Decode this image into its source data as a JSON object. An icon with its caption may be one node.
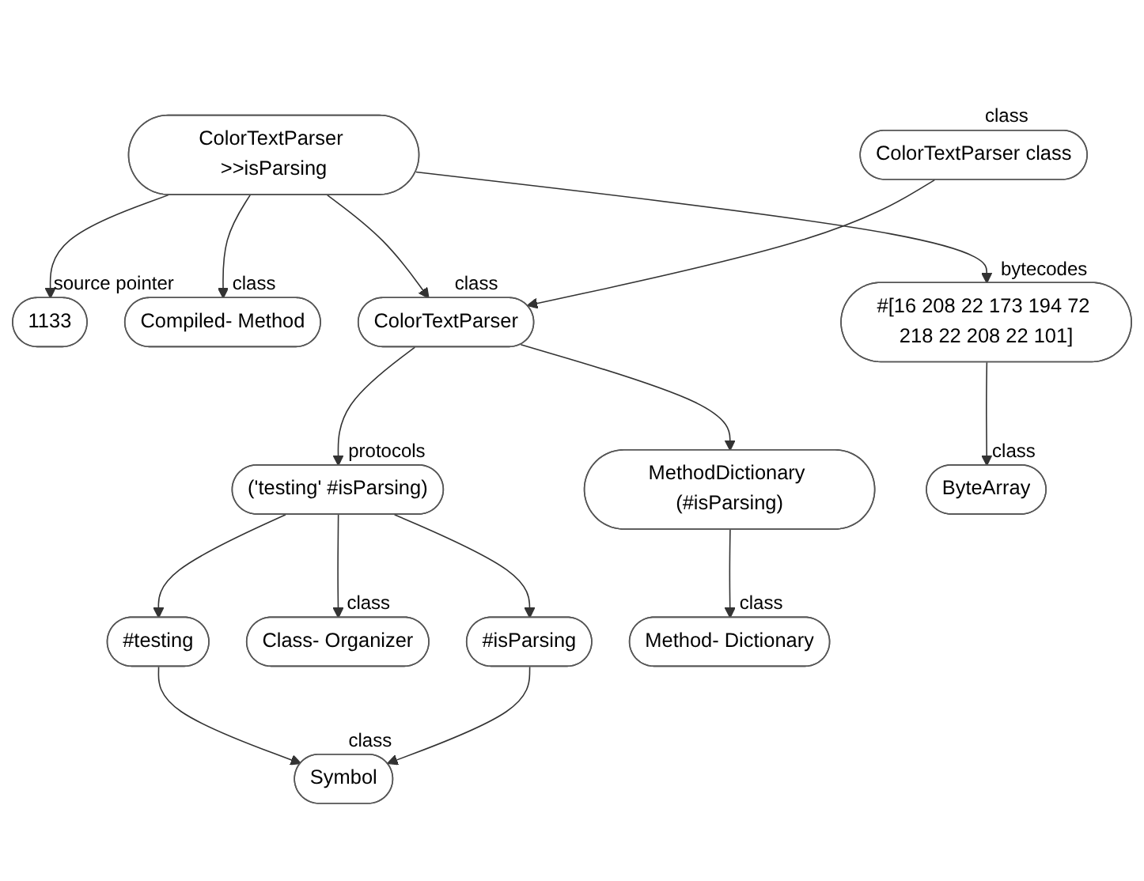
{
  "diagram": {
    "nodes": [
      {
        "text": [
          "1133"
        ],
        "beside": [
          "source pointer"
        ]
      },
      {
        "text": [
          "ColorTextParser >>isParsing"
        ]
      },
      {
        "text": [
          "Compiled- Method"
        ],
        "beside": [
          "class"
        ]
      },
      {
        "text": [
          "ColorTextParser"
        ],
        "beside": [
          "class"
        ]
      },
      {
        "text": [
          "#[16 208 22 173 194 72 218 22 208 22 101]"
        ],
        "beside": [
          "bytecodes"
        ]
      },
      {
        "text": [
          "ColorTextParser class"
        ],
        "beside": [
          "class"
        ]
      },
      {
        "text": [
          "('testing' #isParsing)"
        ],
        "beside": [
          "protocols"
        ]
      },
      {
        "text": [
          "MethodDictionary (#isParsing)"
        ]
      },
      {
        "text": [
          "ByteArray"
        ],
        "beside": [
          "class"
        ]
      },
      {
        "text": [
          "#testing"
        ]
      },
      {
        "text": [
          "Class- Organizer"
        ],
        "beside": [
          "class"
        ]
      },
      {
        "text": [
          "#isParsing"
        ]
      },
      {
        "text": [
          "Method- Dictionary"
        ],
        "beside": [
          "class"
        ]
      },
      {
        "text": [
          "Symbol"
        ],
        "beside": [
          "class"
        ]
      }
    ],
    "edges": [
      {
        "from": 1,
        "to": 0,
        "arrow": "to"
      },
      {
        "from": 1,
        "to": 2,
        "arrow": "to"
      },
      {
        "from": 1,
        "to": 3,
        "arrow": "to"
      },
      {
        "from": 1,
        "to": 4,
        "arrow": "to"
      },
      {
        "from": 5,
        "to": 3,
        "arrow": "to"
      },
      {
        "from": 3,
        "to": 6,
        "arrow": "to"
      },
      {
        "from": 3,
        "to": 7,
        "arrow": "to"
      },
      {
        "from": 4,
        "to": 8,
        "arrow": "to"
      },
      {
        "from": 7,
        "to": 12,
        "arrow": "to"
      },
      {
        "from": 6,
        "to": 9,
        "arrow": "to"
      },
      {
        "from": 6,
        "to": 11,
        "arrow": "to"
      },
      {
        "from": 6,
        "to": 10,
        "arrow": "to"
      },
      {
        "from": 9,
        "to": 13,
        "arrow": "to"
      },
      {
        "from": 11,
        "to": 13,
        "arrow": "to"
      }
    ]
  }
}
